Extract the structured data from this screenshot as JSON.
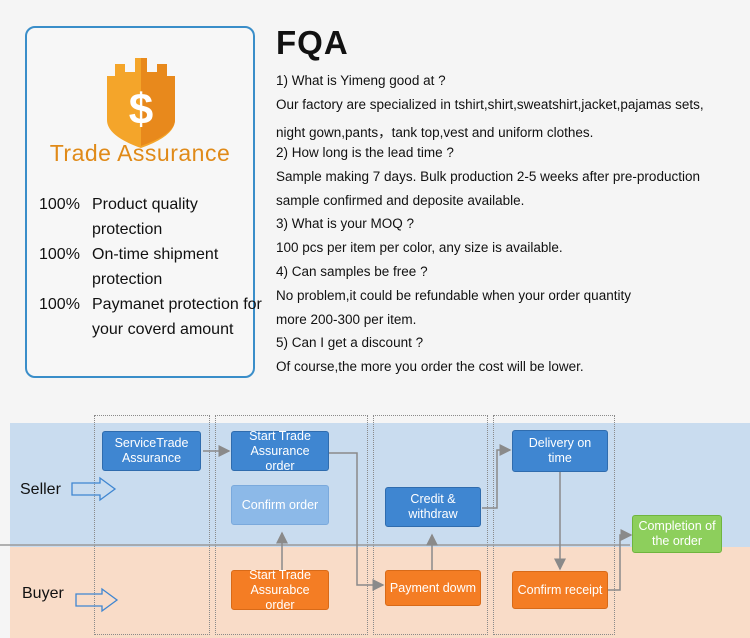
{
  "trade_assurance": {
    "title": "Trade Assurance",
    "items": [
      {
        "percent": "100%",
        "text": "Product quality protection"
      },
      {
        "percent": "100%",
        "text": "On-time shipment protection"
      },
      {
        "percent": "100%",
        "text": "Paymanet protection for your coverd amount"
      }
    ],
    "colors": {
      "border": "#3a8ec9",
      "title": "#e08a18"
    }
  },
  "faq": {
    "title": "FQA",
    "lines": [
      "1) What is Yimeng good at ?",
      "Our factory are specialized in tshirt,shirt,sweatshirt,jacket,pajamas sets,",
      "night gown,pants，tank top,vest and uniform clothes.",
      "2) How long is the lead time ?",
      "Sample making 7 days.  Bulk production 2-5 weeks after pre-production",
      "sample confirmed and deposite available.",
      "3) What is your MOQ ?",
      "100 pcs per item per color, any size is available.",
      " 4) Can samples be free ?",
      "No problem,it could be refundable when your order quantity",
      "more 200-300 per item.",
      "5) Can I get a discount ?",
      "Of course,the more you order the cost will be lower."
    ]
  },
  "flow": {
    "seller_label": "Seller",
    "buyer_label": "Buyer",
    "boxes": {
      "service_trade": "ServiceTrade Assurance",
      "start_trade_seller": "Start  Trade Assurance order",
      "confirm_order": "Confirm order",
      "start_trade_buyer": "Start Trade Assurabce order",
      "credit_withdraw": "Credit & withdraw",
      "payment_down": "Payment dowm",
      "delivery": "Delivery on time",
      "confirm_receipt": "Confirm receipt",
      "completion": "Completion of the order"
    },
    "colors": {
      "seller_band": "#c9dcef",
      "buyer_band": "#f9dcc8",
      "blue_box": "#3f86d1",
      "light_blue_box": "#8cb9e8",
      "orange_box": "#f47d24",
      "green_box": "#8dcf5c"
    }
  }
}
